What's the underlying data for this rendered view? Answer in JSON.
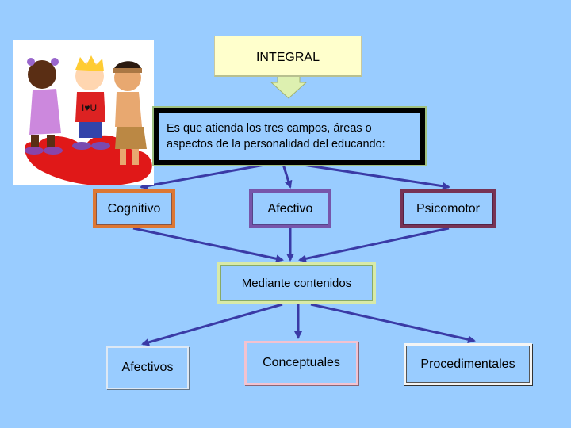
{
  "diagram": {
    "root": {
      "label": "INTEGRAL"
    },
    "definition": {
      "text": "Es que atienda los tres campos, áreas o aspectos de la personalidad del educando:"
    },
    "domains": [
      {
        "label": "Cognitivo"
      },
      {
        "label": "Afectivo"
      },
      {
        "label": "Psicomotor"
      }
    ],
    "connector": {
      "label": "Mediante contenidos"
    },
    "contents": [
      {
        "label": "Afectivos"
      },
      {
        "label": "Conceptuales"
      },
      {
        "label": "Procedimentales"
      }
    ],
    "image": {
      "icon": "children-heart-clipart",
      "shirt_text": "I♥U"
    }
  }
}
